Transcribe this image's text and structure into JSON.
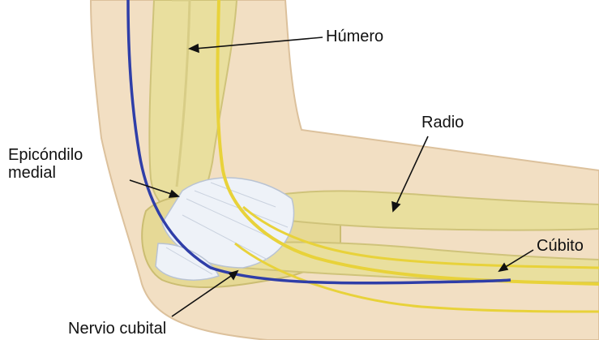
{
  "labels": {
    "humero": "Húmero",
    "radio": "Radio",
    "epicondilo_line1": "Epicóndilo",
    "epicondilo_line2": "medial",
    "cubito": "Cúbito",
    "nervio": "Nervio cubital"
  },
  "colors": {
    "skin": "#f2dfc3",
    "skin_edge": "#dcc19c",
    "bone": "#e9df9e",
    "bone_shade": "#cfc37a",
    "ligament": "#eef2f8",
    "ligament_line": "#b9c3d3",
    "nerve_blue": "#2f3ea8",
    "nerve_yellow": "#e8d23a",
    "leader": "#111111"
  }
}
